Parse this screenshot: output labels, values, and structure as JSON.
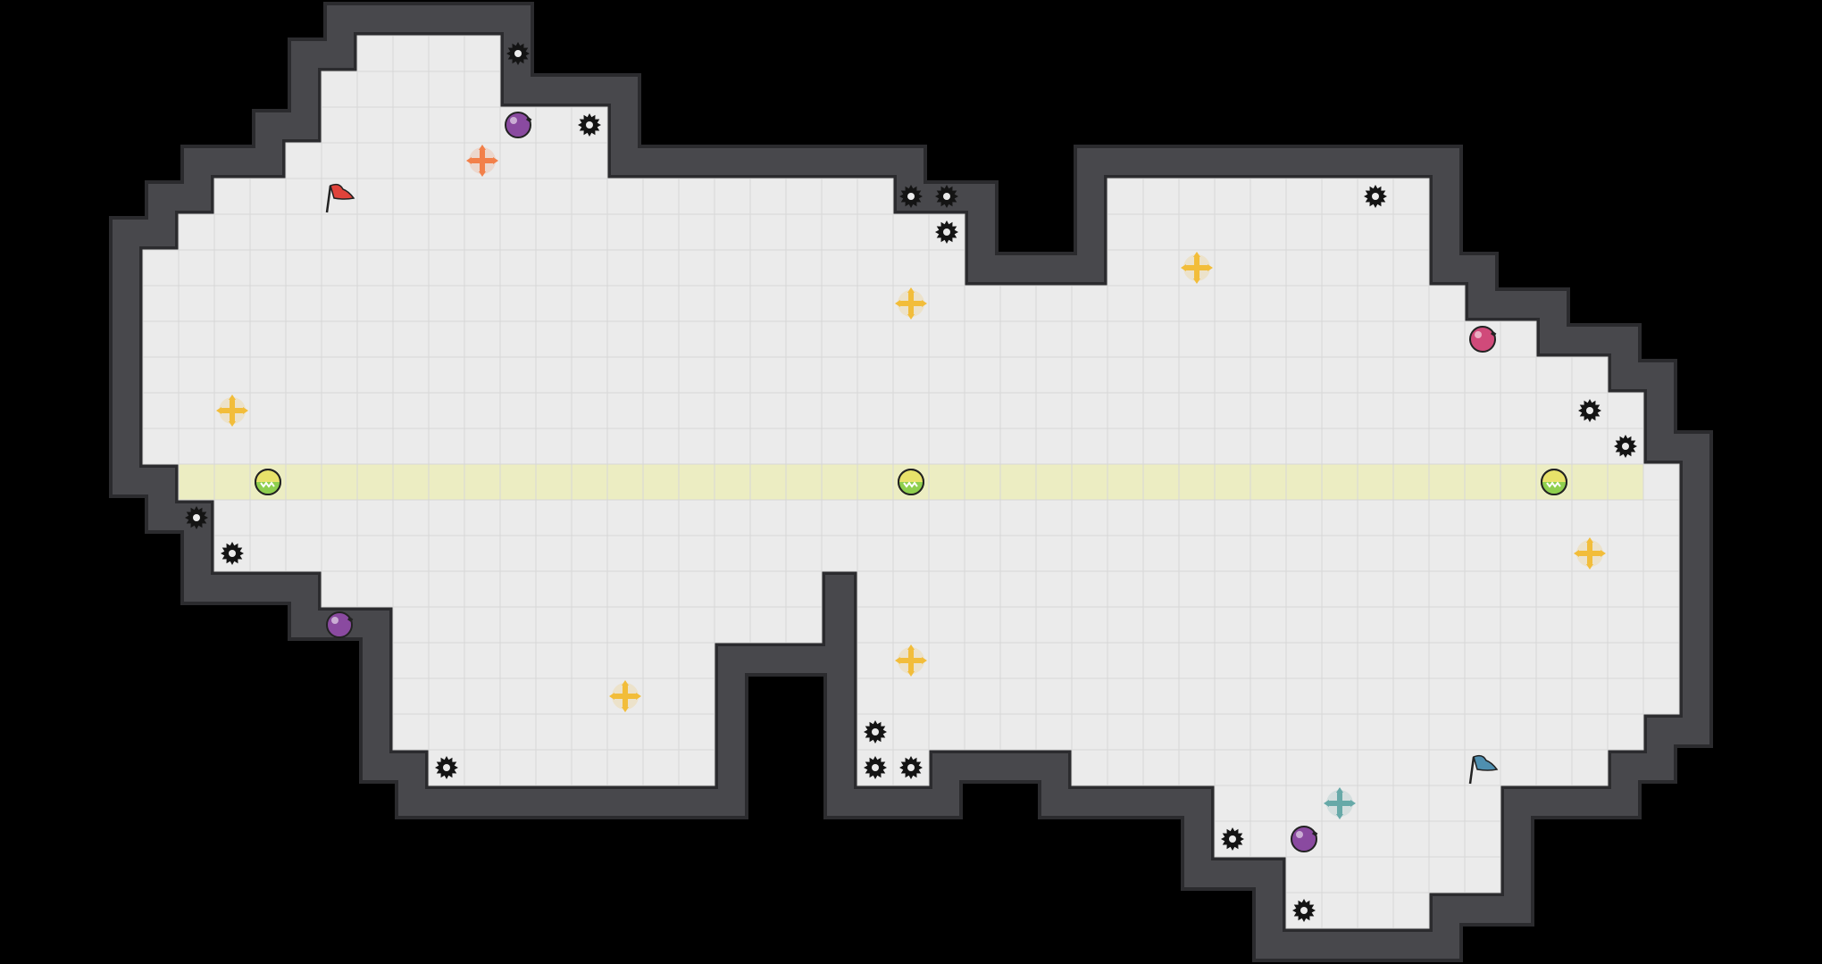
{
  "level": {
    "colors": {
      "background": "#000000",
      "wall": "#48484c",
      "wall_edge": "#2b2b2e",
      "floor": "#ebebeb",
      "grid": "#d7d7d7",
      "lane": "#ecedc2",
      "saw": "#141414",
      "plus_gold": "#f2bd3a",
      "plus_orange": "#f2804a",
      "plus_teal": "#67a9a8",
      "flag_red": "#e0433b",
      "flag_blue": "#4f8fb0",
      "orb_purple": "#8a4aa0",
      "orb_pink": "#d04a7a",
      "bouncer_green": "#8fcf4e",
      "bouncer_yellow": "#e8e26a"
    },
    "grid_cols": [
      3,
      48
    ],
    "grid_rows": [
      1,
      26
    ],
    "rows": [
      {
        "r": 1,
        "c": [
          10,
          13
        ]
      },
      {
        "r": 2,
        "c": [
          9,
          13
        ]
      },
      {
        "r": 3,
        "c": [
          9,
          16
        ]
      },
      {
        "r": 4,
        "c": [
          8,
          16
        ]
      },
      {
        "r": 5,
        "c": [
          6,
          24
        ],
        "extra": [
          [
            31,
            39
          ]
        ]
      },
      {
        "r": 6,
        "c": [
          5,
          26
        ],
        "extra": [
          [
            31,
            39
          ]
        ]
      },
      {
        "r": 7,
        "c": [
          4,
          26
        ],
        "extra": [
          [
            31,
            39
          ]
        ]
      },
      {
        "r": 8,
        "c": [
          4,
          27
        ],
        "extra": [
          [
            28,
            40
          ]
        ]
      },
      {
        "r": 9,
        "c": [
          4,
          42
        ]
      },
      {
        "r": 10,
        "c": [
          4,
          44
        ]
      },
      {
        "r": 11,
        "c": [
          4,
          45
        ]
      },
      {
        "r": 12,
        "c": [
          4,
          45
        ]
      },
      {
        "r": 13,
        "c": [
          5,
          46
        ]
      },
      {
        "r": 14,
        "c": [
          6,
          46
        ]
      },
      {
        "r": 15,
        "c": [
          6,
          46
        ]
      },
      {
        "r": 16,
        "c": [
          9,
          22
        ],
        "extra": [
          [
            24,
            46
          ]
        ]
      },
      {
        "r": 17,
        "c": [
          11,
          22
        ],
        "extra": [
          [
            24,
            46
          ]
        ]
      },
      {
        "r": 18,
        "c": [
          11,
          19
        ],
        "extra": [
          [
            24,
            46
          ]
        ]
      },
      {
        "r": 19,
        "c": [
          11,
          19
        ],
        "extra": [
          [
            24,
            46
          ]
        ]
      },
      {
        "r": 20,
        "c": [
          11,
          19
        ],
        "extra": [
          [
            24,
            45
          ]
        ]
      },
      {
        "r": 21,
        "c": [
          12,
          19
        ],
        "extra": [
          [
            24,
            25
          ],
          [
            30,
            44
          ]
        ]
      },
      {
        "r": 22,
        "c": [
          34,
          41
        ]
      },
      {
        "r": 23,
        "c": [
          34,
          41
        ]
      },
      {
        "r": 24,
        "c": [
          36,
          41
        ]
      },
      {
        "r": 25,
        "c": [
          36,
          39
        ]
      }
    ],
    "lane_row": 13,
    "lane_cols": [
      5,
      45
    ],
    "saws": [
      [
        14,
        1
      ],
      [
        16,
        3
      ],
      [
        25,
        5
      ],
      [
        26,
        5
      ],
      [
        26,
        6
      ],
      [
        38,
        5
      ],
      [
        44,
        11
      ],
      [
        45,
        12
      ],
      [
        5,
        14
      ],
      [
        6,
        15
      ],
      [
        12,
        21
      ],
      [
        24,
        20
      ],
      [
        24,
        21
      ],
      [
        25,
        21
      ],
      [
        34,
        23
      ],
      [
        36,
        25
      ]
    ],
    "plus_gold": [
      [
        6,
        11
      ],
      [
        25,
        8
      ],
      [
        33,
        7
      ],
      [
        44,
        15
      ],
      [
        25,
        18
      ],
      [
        17,
        19
      ]
    ],
    "plus_orange": [
      [
        13,
        4
      ]
    ],
    "plus_teal": [
      [
        37,
        22
      ]
    ],
    "flag_red": [
      [
        9,
        5
      ]
    ],
    "flag_blue": [
      [
        41,
        21
      ]
    ],
    "orbs_purple": [
      [
        14,
        3
      ],
      [
        9,
        17
      ],
      [
        36,
        23
      ]
    ],
    "orbs_pink": [
      [
        41,
        9
      ]
    ],
    "bouncers": [
      [
        7,
        13
      ],
      [
        25,
        13
      ],
      [
        43,
        13
      ]
    ]
  }
}
